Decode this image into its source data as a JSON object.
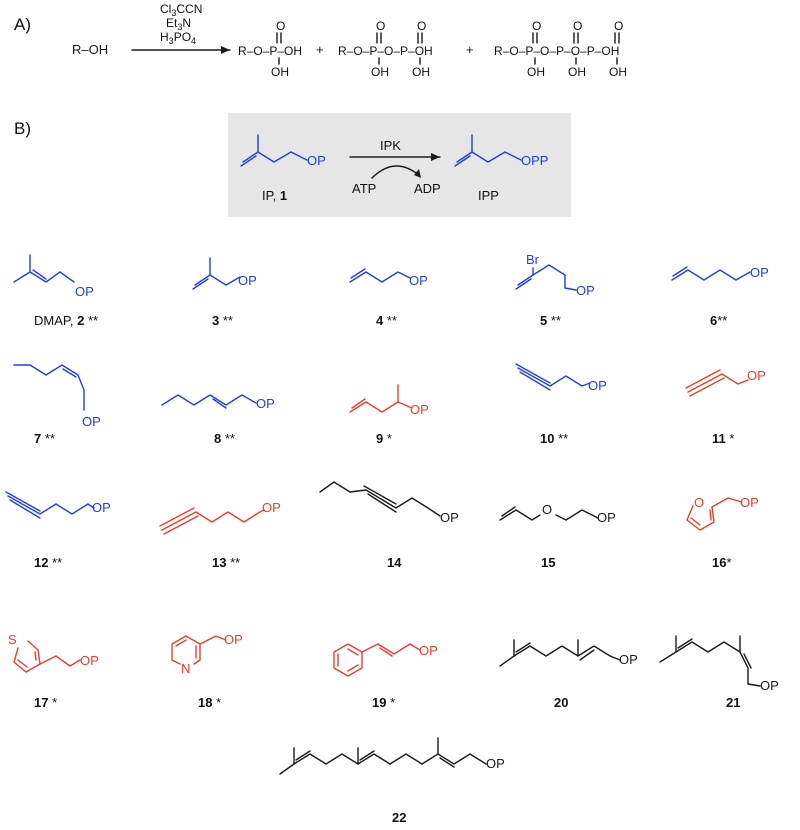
{
  "panel_a": {
    "label": "A)",
    "reactant": "R–OH",
    "reagents": [
      "Cl3CCN",
      "Et3N",
      "H3PO4"
    ],
    "plus": "+"
  },
  "panel_b": {
    "label": "B)",
    "enzyme": "IPK",
    "cofactor_in": "ATP",
    "cofactor_out": "ADP",
    "substrate_label": "IP,",
    "substrate_number": "1",
    "product_label": "IPP",
    "substrate_group": "OP",
    "product_group": "OPP"
  },
  "compounds": [
    {
      "id": "2",
      "prefix": "DMAP, ",
      "stars": "**",
      "group": "OP",
      "color": "blue"
    },
    {
      "id": "3",
      "prefix": "",
      "stars": "**",
      "group": "OP",
      "color": "blue"
    },
    {
      "id": "4",
      "prefix": "",
      "stars": "**",
      "group": "OP",
      "color": "blue"
    },
    {
      "id": "5",
      "prefix": "",
      "stars": "**",
      "group": "OP",
      "substituent": "Br",
      "color": "blue"
    },
    {
      "id": "6",
      "prefix": "",
      "stars": "**",
      "group": "OP",
      "color": "blue"
    },
    {
      "id": "7",
      "prefix": "",
      "stars": "**",
      "group": "OP",
      "color": "blue"
    },
    {
      "id": "8",
      "prefix": "",
      "stars": "**",
      "group": "OP",
      "color": "blue"
    },
    {
      "id": "9",
      "prefix": "",
      "stars": "*",
      "group": "OP",
      "color": "red"
    },
    {
      "id": "10",
      "prefix": "",
      "stars": "**",
      "group": "OP",
      "color": "blue"
    },
    {
      "id": "11",
      "prefix": "",
      "stars": "*",
      "group": "OP",
      "color": "red"
    },
    {
      "id": "12",
      "prefix": "",
      "stars": "**",
      "group": "OP",
      "color": "blue"
    },
    {
      "id": "13",
      "prefix": "",
      "stars": "**",
      "group": "OP",
      "color": "red"
    },
    {
      "id": "14",
      "prefix": "",
      "stars": "",
      "group": "OP",
      "color": "black"
    },
    {
      "id": "15",
      "prefix": "",
      "stars": "",
      "group": "OP",
      "ring_atom": "O",
      "color": "black"
    },
    {
      "id": "16",
      "prefix": "",
      "stars": "*",
      "group": "OP",
      "ring_atom": "O",
      "color": "red"
    },
    {
      "id": "17",
      "prefix": "",
      "stars": "*",
      "group": "OP",
      "ring_atom": "S",
      "color": "red"
    },
    {
      "id": "18",
      "prefix": "",
      "stars": "*",
      "group": "OP",
      "ring_atom": "N",
      "color": "red"
    },
    {
      "id": "19",
      "prefix": "",
      "stars": "*",
      "group": "OP",
      "color": "red"
    },
    {
      "id": "20",
      "prefix": "",
      "stars": "",
      "group": "OP",
      "color": "black"
    },
    {
      "id": "21",
      "prefix": "",
      "stars": "",
      "group": "OP",
      "color": "black"
    },
    {
      "id": "22",
      "prefix": "",
      "stars": "",
      "group": "OP",
      "color": "black"
    }
  ],
  "colors": {
    "active_high": "#1f3fe0",
    "active_low": "#ee3b2a",
    "inactive": "#1a1a1a",
    "box": "#e6e6e6"
  }
}
